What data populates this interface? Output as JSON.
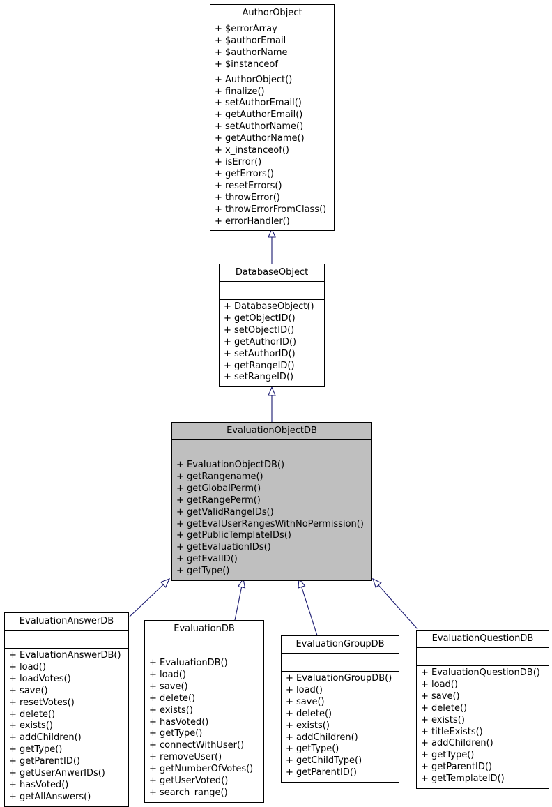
{
  "diagram": {
    "title": "EvaluationObjectDB inheritance diagram",
    "arrow_color": "#191970",
    "highlight_fill": "#bfbfbf",
    "box_fill": "#ffffff",
    "border_color": "#000000"
  },
  "classes": [
    {
      "name": "AuthorObject",
      "attributes": [
        "+ $errorArray",
        "+ $authorEmail",
        "+ $authorName",
        "+ $instanceof"
      ],
      "methods": [
        "+ AuthorObject()",
        "+ finalize()",
        "+ setAuthorEmail()",
        "+ getAuthorEmail()",
        "+ setAuthorName()",
        "+ getAuthorName()",
        "+ x_instanceof()",
        "+ isError()",
        "+ getErrors()",
        "+ resetErrors()",
        "+ throwError()",
        "+ throwErrorFromClass()",
        "+ errorHandler()"
      ]
    },
    {
      "name": "DatabaseObject",
      "attributes": [],
      "methods": [
        "+ DatabaseObject()",
        "+ getObjectID()",
        "+ setObjectID()",
        "+ getAuthorID()",
        "+ setAuthorID()",
        "+ getRangeID()",
        "+ setRangeID()"
      ]
    },
    {
      "name": "EvaluationObjectDB",
      "attributes": [],
      "methods": [
        "+ EvaluationObjectDB()",
        "+ getRangename()",
        "+ getGlobalPerm()",
        "+ getRangePerm()",
        "+ getValidRangeIDs()",
        "+ getEvalUserRangesWithNoPermission()",
        "+ getPublicTemplateIDs()",
        "+ getEvaluationIDs()",
        "+ getEvalID()",
        "+ getType()"
      ]
    },
    {
      "name": "EvaluationAnswerDB",
      "attributes": [],
      "methods": [
        "+ EvaluationAnswerDB()",
        "+ load()",
        "+ loadVotes()",
        "+ save()",
        "+ resetVotes()",
        "+ delete()",
        "+ exists()",
        "+ addChildren()",
        "+ getType()",
        "+ getParentID()",
        "+ getUserAnwerIDs()",
        "+ hasVoted()",
        "+ getAllAnswers()"
      ]
    },
    {
      "name": "EvaluationDB",
      "attributes": [],
      "methods": [
        "+ EvaluationDB()",
        "+ load()",
        "+ save()",
        "+ delete()",
        "+ exists()",
        "+ hasVoted()",
        "+ getType()",
        "+ connectWithUser()",
        "+ removeUser()",
        "+ getNumberOfVotes()",
        "+ getUserVoted()",
        "+ search_range()"
      ]
    },
    {
      "name": "EvaluationGroupDB",
      "attributes": [],
      "methods": [
        "+ EvaluationGroupDB()",
        "+ load()",
        "+ save()",
        "+ delete()",
        "+ exists()",
        "+ addChildren()",
        "+ getType()",
        "+ getChildType()",
        "+ getParentID()"
      ]
    },
    {
      "name": "EvaluationQuestionDB",
      "attributes": [],
      "methods": [
        "+ EvaluationQuestionDB()",
        "+ load()",
        "+ save()",
        "+ delete()",
        "+ exists()",
        "+ titleExists()",
        "+ addChildren()",
        "+ getType()",
        "+ getParentID()",
        "+ getTemplateID()"
      ]
    }
  ],
  "relations": [
    {
      "from": "DatabaseObject",
      "to": "AuthorObject",
      "type": "inheritance"
    },
    {
      "from": "EvaluationObjectDB",
      "to": "DatabaseObject",
      "type": "inheritance"
    },
    {
      "from": "EvaluationAnswerDB",
      "to": "EvaluationObjectDB",
      "type": "inheritance"
    },
    {
      "from": "EvaluationDB",
      "to": "EvaluationObjectDB",
      "type": "inheritance"
    },
    {
      "from": "EvaluationGroupDB",
      "to": "EvaluationObjectDB",
      "type": "inheritance"
    },
    {
      "from": "EvaluationQuestionDB",
      "to": "EvaluationObjectDB",
      "type": "inheritance"
    }
  ]
}
